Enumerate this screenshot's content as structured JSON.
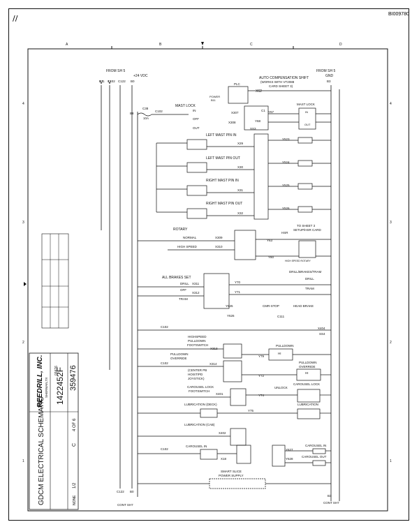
{
  "doc_id": "BI009780",
  "crop_mark": "//",
  "grid_cols": [
    "A",
    "B",
    "C",
    "D"
  ],
  "grid_rows": [
    "4",
    "3",
    "2",
    "1"
  ],
  "title_block": {
    "company": "REEDRILL, INC.",
    "location": "SHERMAN,TX",
    "title": "GDCM ELECTRICAL SCHEMATIC",
    "dwg_no": "1422452F",
    "part_no": "359476",
    "ecn": "03476",
    "sheet": "4 OF 6",
    "scale": "NONE",
    "size": "C",
    "rev": "1/2"
  },
  "nets": {
    "from_sh5_left": "FROM SH 5",
    "from_sh5_right": "FROM SH 5",
    "v24": "+24 VDC",
    "gnd": "GND",
    "b11": "B11",
    "c102": "C102",
    "c122": "C122",
    "b0": "B0",
    "b3": "B3",
    "b8": "B8",
    "cont_sh7": "CONT SH7"
  },
  "labels": {
    "auto_comp": "AUTO COMPENSATION SHIFT",
    "auto_comp2": "(WORKS WITH VT2088",
    "auto_comp3": "CARD SHEET 3)",
    "x62": "X62",
    "power": "POWER",
    "b11": "B11",
    "plc": "PLC",
    "mast_lock": "MAST LOCK",
    "mast_lock_sw": "MAST LOCK",
    "in": "IN",
    "off": "OFF",
    "out": "OUT",
    "c38": "C38",
    "amp10": "10A",
    "x307": "X307",
    "x308": "X308",
    "c1": "C1",
    "y67": "Y67",
    "y68": "Y68",
    "left_in": "LEFT MAST PIN IN",
    "left_out": "LEFT MAST PIN OUT",
    "right_in": "RIGHT MAST PIN IN",
    "right_out": "RIGHT MAST PIN OUT",
    "x29": "X29",
    "x30": "X30",
    "x31": "X31",
    "x32": "X32",
    "y523": "Y523",
    "y524": "Y524",
    "y525": "Y525",
    "y526": "Y526",
    "ssd": "SS3",
    "rotary": "ROTARY",
    "normal": "NORMAL",
    "high_speed": "HIGH SPEED",
    "x309": "X309",
    "x310": "X310",
    "to_sheet3": "TO SHEET 3",
    "setup_card": "SETUP/HSR CARD",
    "hsr": "HSR",
    "y63": "Y63",
    "y80": "Y80",
    "high_speed_rotary": "HIGH SPEED ROTARY",
    "drill_brakes": "DRILL/BRAKES/TRAM",
    "all_brakes": "ALL BRAKES SET",
    "drill": "DRILL",
    "tram": "TRAM",
    "x311": "X311",
    "x312": "X312",
    "y70": "Y70",
    "y71": "Y71",
    "y625": "Y625",
    "y626": "Y626",
    "drill_sw": "DRILL",
    "tram_sw": "TRAM",
    "cmr_stop": "CMR-STOP",
    "head_brake": "HEAD BRAKE",
    "c111": "C111",
    "x404": "X404",
    "ss4": "SS4",
    "hs_pulldown": "HIGHSPEED",
    "hs_pulldown2": "PULLDOWN",
    "footswitch": "FOOTSWITCH",
    "x313": "X313",
    "pulldown": "PULLDOWN",
    "hi": "HI",
    "pulldown_override": "PULLDOWN",
    "override": "OVERRIDE",
    "x314": "X314",
    "center_pb": "(CENTER PB",
    "hoist_pd": "HOIST/PD",
    "joystick": "JOYSTICK)",
    "y79": "Y79",
    "y72": "Y72",
    "pulldown_ov_right": "PULLDOWN",
    "override_right": "OVERRIDE",
    "carousel_lock": "CAROUSEL LOCK",
    "carousel_fs": "FOOTSWITCH",
    "x401": "X401",
    "unlock": "UNLOCK",
    "y74": "Y74",
    "carousel_lock_sw": "CAROUSEL LOCK",
    "lubrication_deck": "LUBRICATION (DECK)",
    "y75": "Y75",
    "lubrication": "LUBRICATION",
    "lubrication_cab": "LUBRICATION (CAB)",
    "x402": "X402",
    "carousel_in": "CAROUSEL IN",
    "x18": "X18",
    "y627": "Y627",
    "y628": "Y628",
    "carousel_in_r": "CAROUSEL IN",
    "carousel_out": "CAROUSEL OUT",
    "smart_slice": "SMART SLICE",
    "power_supply": "POWER SUPPLY",
    "c122_b": "C122",
    "b0_b": "B0",
    "cont_left": "CONT SH7",
    "cont_right": "CONT SH7"
  }
}
